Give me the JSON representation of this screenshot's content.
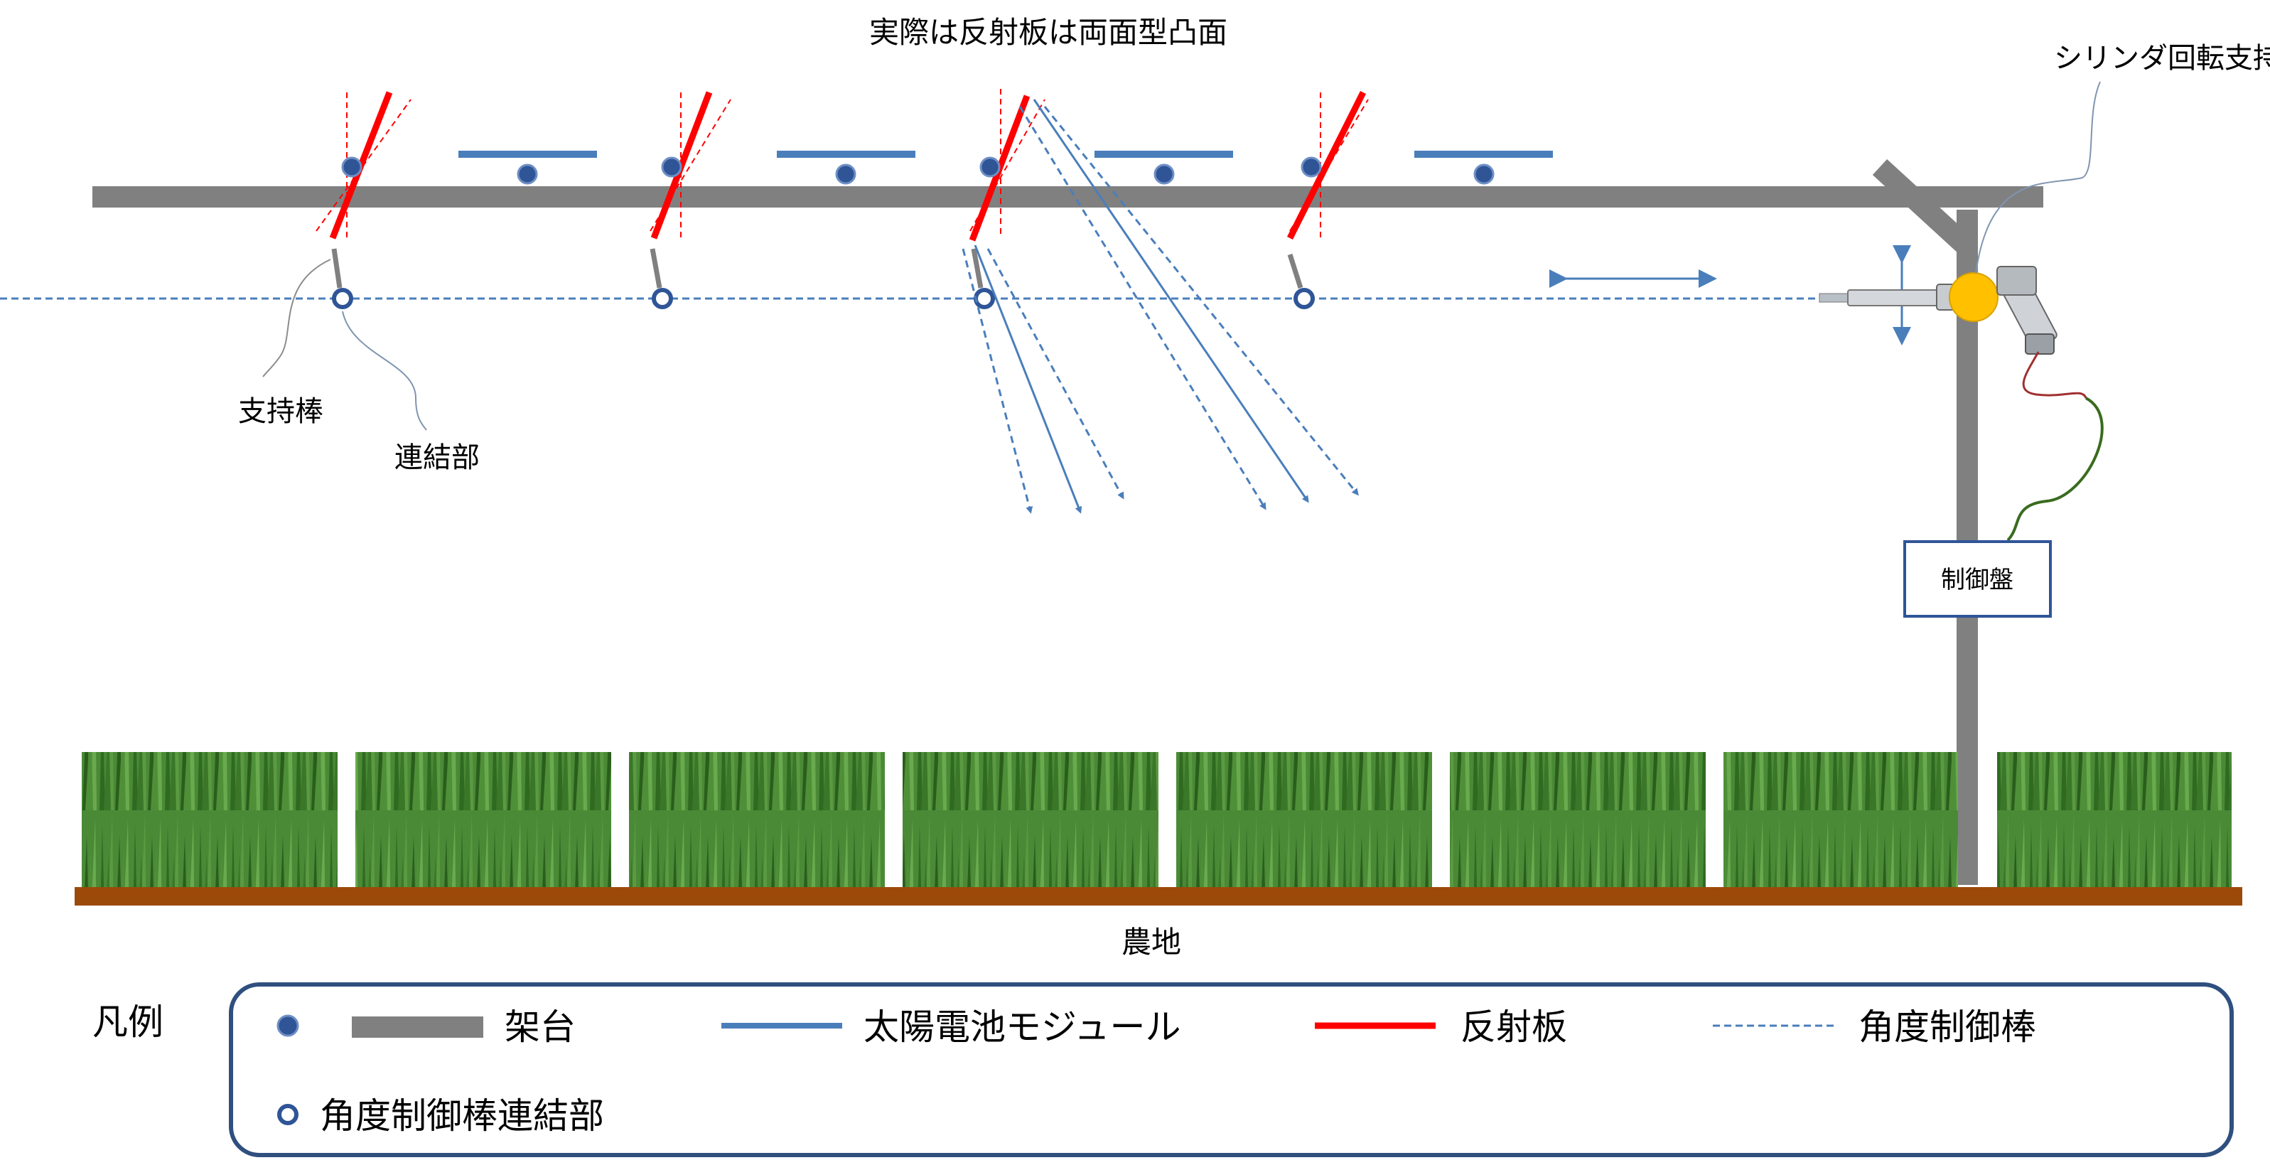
{
  "title": "実際は反射板は両面型凸面",
  "labels": {
    "support_rod": "支持棒",
    "connection": "連結部",
    "cylinder_pivot": "シリンダ回転支持部",
    "control_panel": "制御盤",
    "farmland": "農地"
  },
  "legend": {
    "title": "凡例",
    "items": {
      "frame": "架台",
      "solar_module": "太陽電池モジュール",
      "reflector": "反射板",
      "angle_rod": "角度制御棒",
      "rod_joint": "角度制御棒連結部"
    }
  },
  "colors": {
    "frame": "#808080",
    "module": "#4a7ebb",
    "reflector": "#ff0000",
    "pivot": "#2f5597",
    "ground": "#9c4a0a",
    "grass": "#3f7a2a",
    "cylinder_pivot": "#ffc000",
    "legend_border": "#2f4f7f"
  },
  "icons": [
    "pivot-dot-icon",
    "joint-ring-icon",
    "actuator-icon",
    "grass-icon",
    "double-arrow-icon"
  ]
}
